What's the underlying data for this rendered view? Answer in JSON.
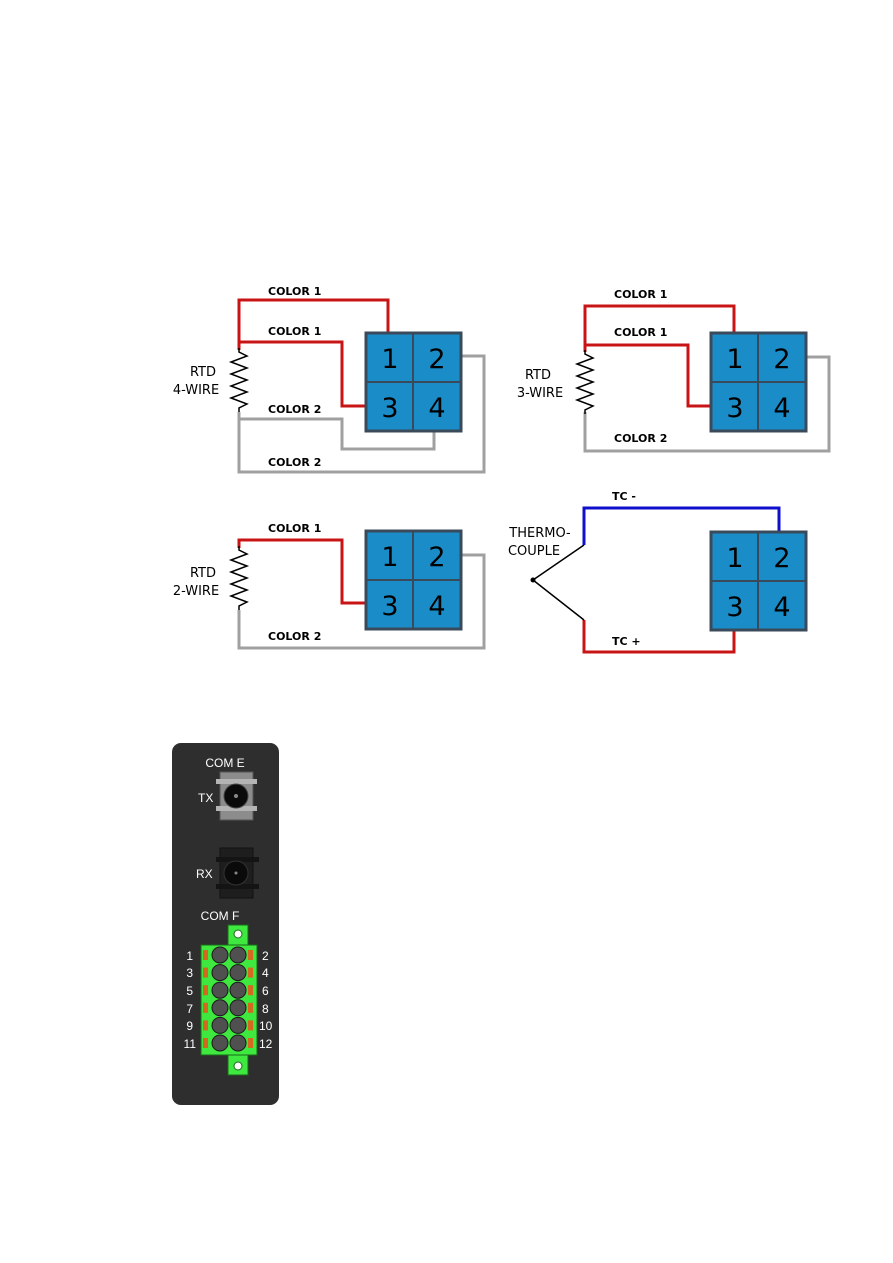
{
  "colors": {
    "wire_red": "#c81414",
    "wire_gray": "#a0a0a0",
    "wire_blue": "#1010cc",
    "terminal_fill": "#1a8cc8",
    "terminal_border": "#3a4a5a",
    "panel_bg": "#2e2e2e",
    "connector_green": "#3ee83e"
  },
  "diagrams": {
    "rtd4": {
      "name_line1": "RTD",
      "name_line2": "4-WIRE",
      "top_wire": "COLOR 1",
      "mid_wire": "COLOR 1",
      "low_wire": "COLOR 2",
      "bottom_wire": "COLOR 2",
      "terminals": [
        "1",
        "2",
        "3",
        "4"
      ]
    },
    "rtd3": {
      "name_line1": "RTD",
      "name_line2": "3-WIRE",
      "top_wire": "COLOR 1",
      "mid_wire": "COLOR 1",
      "bottom_wire": "COLOR 2",
      "terminals": [
        "1",
        "2",
        "3",
        "4"
      ]
    },
    "rtd2": {
      "name_line1": "RTD",
      "name_line2": "2-WIRE",
      "top_wire": "COLOR 1",
      "bottom_wire": "COLOR 2",
      "terminals": [
        "1",
        "2",
        "3",
        "4"
      ]
    },
    "thermocouple": {
      "name_line1": "THERMO-",
      "name_line2": "COUPLE",
      "neg_wire": "TC -",
      "pos_wire": "TC +",
      "terminals": [
        "1",
        "2",
        "3",
        "4"
      ]
    }
  },
  "panel": {
    "com_e_label": "COM E",
    "tx_label": "TX",
    "rx_label": "RX",
    "com_f_label": "COM F",
    "pins_left": [
      "1",
      "3",
      "5",
      "7",
      "9",
      "11"
    ],
    "pins_right": [
      "2",
      "4",
      "6",
      "8",
      "10",
      "12"
    ]
  }
}
